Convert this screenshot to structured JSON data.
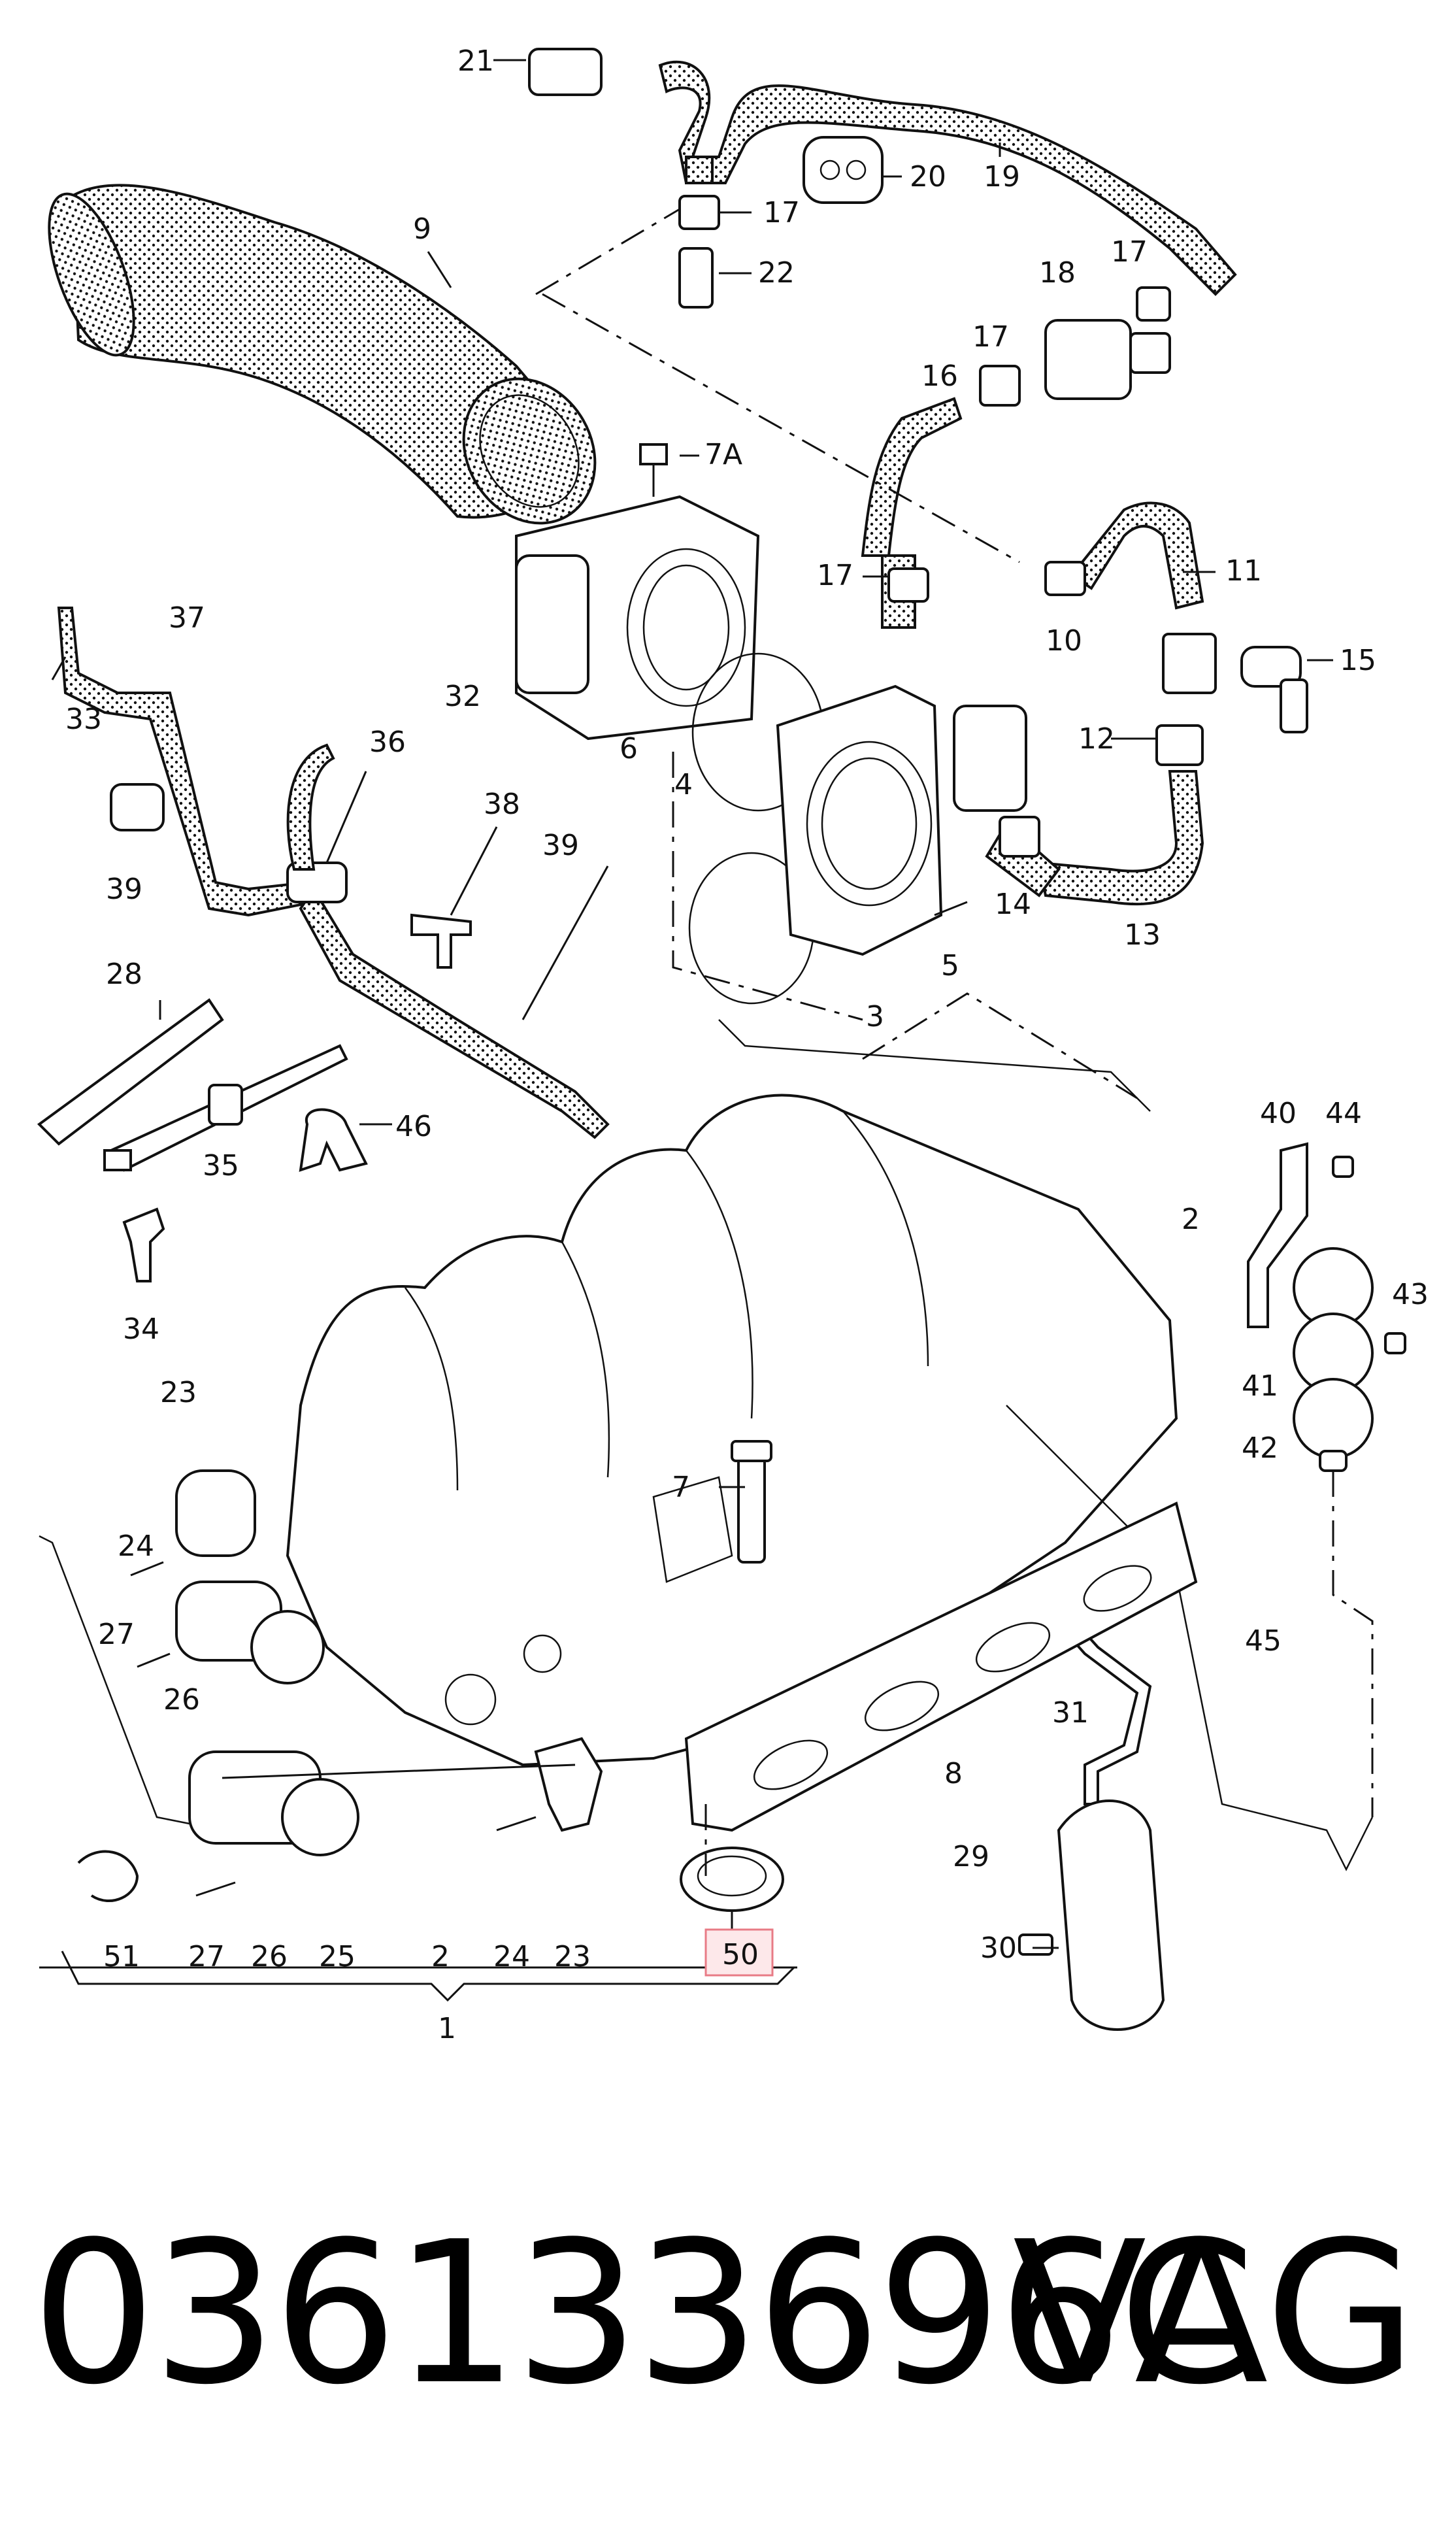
{
  "diagram": {
    "callouts": [
      {
        "id": "c21",
        "text": "21"
      },
      {
        "id": "c20",
        "text": "20"
      },
      {
        "id": "c19",
        "text": "19"
      },
      {
        "id": "c17a",
        "text": "17"
      },
      {
        "id": "c22",
        "text": "22"
      },
      {
        "id": "c9",
        "text": "9"
      },
      {
        "id": "c17b",
        "text": "17"
      },
      {
        "id": "c18",
        "text": "18"
      },
      {
        "id": "c17c",
        "text": "17"
      },
      {
        "id": "c16",
        "text": "16"
      },
      {
        "id": "c7A",
        "text": "7A"
      },
      {
        "id": "c17d",
        "text": "17"
      },
      {
        "id": "c11",
        "text": "11"
      },
      {
        "id": "c10",
        "text": "10"
      },
      {
        "id": "c15",
        "text": "15"
      },
      {
        "id": "c37",
        "text": "37"
      },
      {
        "id": "c33",
        "text": "33"
      },
      {
        "id": "c32",
        "text": "32"
      },
      {
        "id": "c6",
        "text": "6"
      },
      {
        "id": "c12",
        "text": "12"
      },
      {
        "id": "c36",
        "text": "36"
      },
      {
        "id": "c4",
        "text": "4"
      },
      {
        "id": "c39a",
        "text": "39"
      },
      {
        "id": "c38",
        "text": "38"
      },
      {
        "id": "c39b",
        "text": "39"
      },
      {
        "id": "c14",
        "text": "14"
      },
      {
        "id": "c13",
        "text": "13"
      },
      {
        "id": "c5",
        "text": "5"
      },
      {
        "id": "c3",
        "text": "3"
      },
      {
        "id": "c28",
        "text": "28"
      },
      {
        "id": "c46",
        "text": "46"
      },
      {
        "id": "c35",
        "text": "35"
      },
      {
        "id": "c40",
        "text": "40"
      },
      {
        "id": "c44",
        "text": "44"
      },
      {
        "id": "c2a",
        "text": "2"
      },
      {
        "id": "c34",
        "text": "34"
      },
      {
        "id": "c43",
        "text": "43"
      },
      {
        "id": "c41",
        "text": "41"
      },
      {
        "id": "c23a",
        "text": "23"
      },
      {
        "id": "c42",
        "text": "42"
      },
      {
        "id": "c7",
        "text": "7"
      },
      {
        "id": "c24a",
        "text": "24"
      },
      {
        "id": "c27a",
        "text": "27"
      },
      {
        "id": "c45",
        "text": "45"
      },
      {
        "id": "c26a",
        "text": "26"
      },
      {
        "id": "c31",
        "text": "31"
      },
      {
        "id": "c8",
        "text": "8"
      },
      {
        "id": "c29",
        "text": "29"
      },
      {
        "id": "c51",
        "text": "51"
      },
      {
        "id": "c27b",
        "text": "27"
      },
      {
        "id": "c26b",
        "text": "26"
      },
      {
        "id": "c25",
        "text": "25"
      },
      {
        "id": "c2b",
        "text": "2"
      },
      {
        "id": "c24b",
        "text": "24"
      },
      {
        "id": "c23b",
        "text": "23"
      },
      {
        "id": "c50",
        "text": "50"
      },
      {
        "id": "c30",
        "text": "30"
      },
      {
        "id": "c1",
        "text": "1"
      }
    ],
    "highlight_color": "#e87b86"
  },
  "footer": {
    "part_number": "036133696C",
    "brand": "VAG"
  }
}
